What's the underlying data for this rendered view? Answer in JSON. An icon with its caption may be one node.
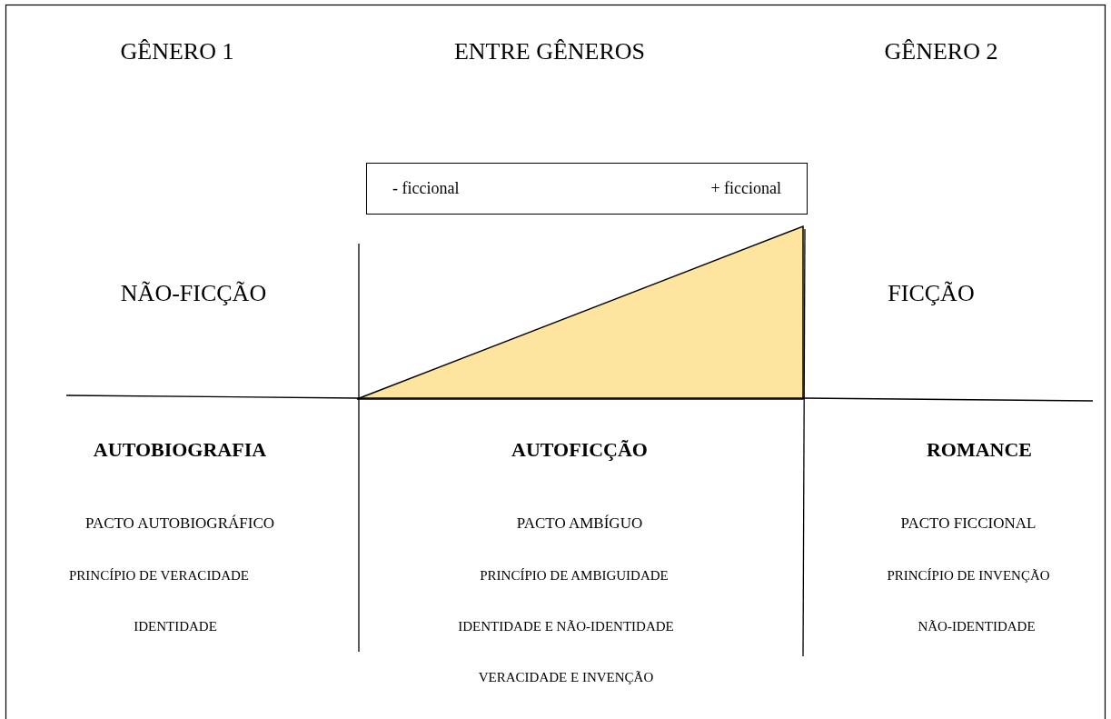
{
  "diagram": {
    "nodes": [
      {
        "text": [
          "- ficcional",
          "+ ficcional"
        ]
      }
    ],
    "labels": [
      "GÊNERO 1",
      "ENTRE GÊNEROS",
      "GÊNERO 2",
      "NÃO-FICÇÃO",
      "FICÇÃO",
      "AUTOBIOGRAFIA",
      "AUTOFICÇÃO",
      "ROMANCE",
      "PACTO AUTOBIOGRÁFICO",
      "PACTO AMBÍGUO",
      "PACTO FICCIONAL",
      "PRINCÍPIO DE VERACIDADE",
      "PRINCÍPIO DE AMBIGUIDADE",
      "PRINCÍPIO DE INVENÇÃO",
      "IDENTIDADE",
      "IDENTIDADE E NÃO-IDENTIDADE",
      "NÃO-IDENTIDADE",
      "VERACIDADE E INVENÇÃO"
    ]
  }
}
